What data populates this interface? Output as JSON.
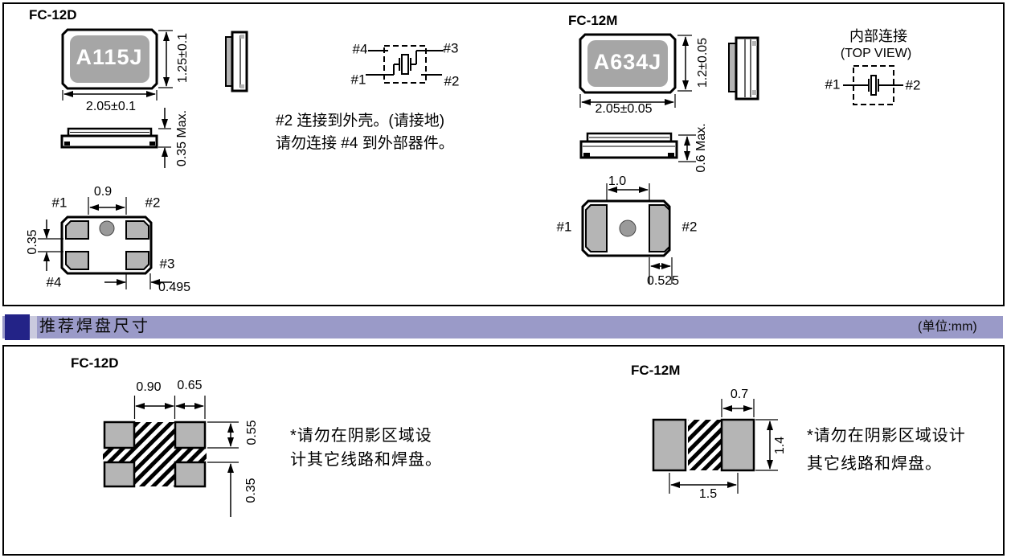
{
  "top_section": {
    "fc12d": {
      "title": "FC-12D",
      "marking": "A115J",
      "top_view": {
        "width_dim": "2.05±0.1",
        "height_dim": "1.25±0.1"
      },
      "side_view": {
        "thickness_dim": "0.35 Max."
      },
      "bottom_view": {
        "pitch_dim": "0.9",
        "gap_dim": "0.35",
        "pad_dim": "0.495",
        "pin1": "#1",
        "pin2": "#2",
        "pin3": "#3",
        "pin4": "#4"
      },
      "connection_diagram": {
        "pin1": "#1",
        "pin2": "#2",
        "pin3": "#3",
        "pin4": "#4"
      },
      "note_line1": "#2 连接到外壳。(请接地)",
      "note_line2": "请勿连接 #4 到外部器件。"
    },
    "fc12m": {
      "title": "FC-12M",
      "marking": "A634J",
      "top_view": {
        "width_dim": "2.05±0.05",
        "height_dim": "1.2±0.05"
      },
      "side_view": {
        "thickness_dim": "0.6 Max."
      },
      "bottom_view": {
        "pitch_dim": "1.0",
        "pad_dim": "0.525",
        "pin1": "#1",
        "pin2": "#2"
      },
      "internal_connection": {
        "title": "内部连接",
        "subtitle": "(TOP VIEW)",
        "pin1": "#1",
        "pin2": "#2"
      }
    }
  },
  "section_bar": {
    "title": "推荐焊盘尺寸",
    "unit": "(单位:mm)"
  },
  "pad_section": {
    "fc12d": {
      "title": "FC-12D",
      "dim_pitch": "0.90",
      "dim_pad_width": "0.65",
      "dim_pad_height": "0.55",
      "dim_gap": "0.35",
      "note_line1": "*请勿在阴影区域设",
      "note_line2": "计其它线路和焊盘。"
    },
    "fc12m": {
      "title": "FC-12M",
      "dim_pad_width": "0.7",
      "dim_pad_height": "1.4",
      "dim_pitch": "1.5",
      "note_line1": "*请勿在阴影区域设计",
      "note_line2": "其它线路和焊盘。"
    }
  },
  "colors": {
    "section_bar_bg": "#9a9ac8",
    "section_bar_accent": "#232387",
    "package_gray": "#a6a6a6",
    "pad_gray": "#b5b5b5",
    "line": "#000000"
  }
}
